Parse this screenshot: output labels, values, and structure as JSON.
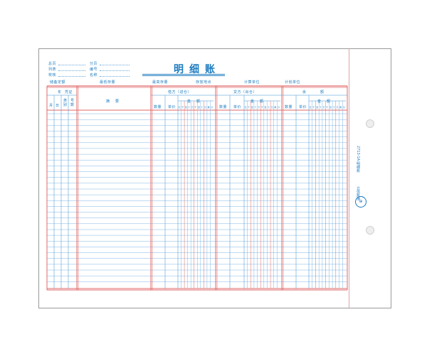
{
  "header": {
    "title": "明细账",
    "left_labels": [
      "总页",
      "列表",
      "校核"
    ],
    "mid_labels": [
      "分页",
      "编号",
      "名称"
    ]
  },
  "info_row": [
    "储备定额",
    "最低存量",
    "最高存量",
    "存放地点",
    "计算单位",
    "计划单位"
  ],
  "columns": {
    "year_label": "年",
    "voucher_label": "凭证",
    "month": "月",
    "day": "日",
    "type": "类别",
    "number": "号数",
    "summary": "摘要",
    "debit": "借方（进仓）",
    "credit": "贷方（出仓）",
    "balance": "余额",
    "qty": "数量",
    "price": "单价",
    "amount": "金额",
    "digits": [
      "亿",
      "千",
      "百",
      "十",
      "万",
      "千",
      "百",
      "十",
      "元",
      "角",
      "分"
    ]
  },
  "stub": {
    "code": "2713-1A 明细账",
    "brand": "立信账簿"
  }
}
